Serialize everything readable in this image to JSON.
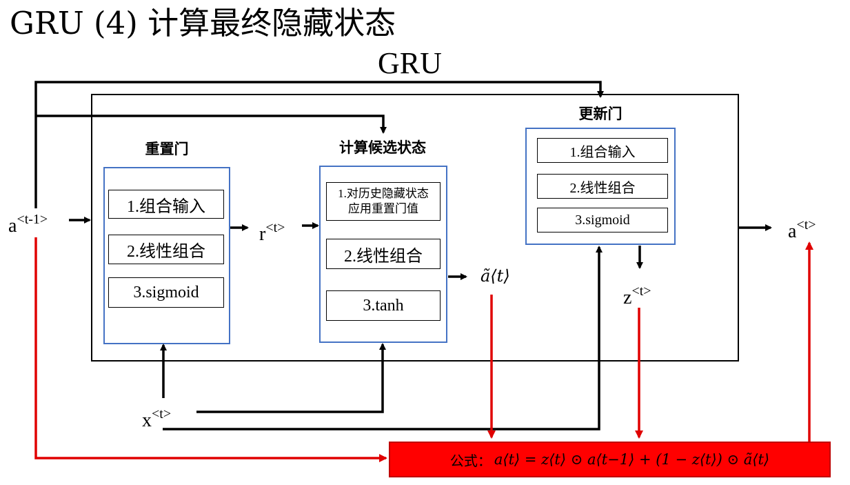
{
  "slide": {
    "title": "GRU (4) 计算最终隐藏状态",
    "module_label": "GRU"
  },
  "reset_gate": {
    "title": "重置门",
    "steps": [
      "1.组合输入",
      "2.线性组合",
      "3.sigmoid"
    ]
  },
  "candidate": {
    "title": "计算候选状态",
    "steps": [
      "1.对历史隐藏状态应用重置门值",
      "2.线性组合",
      "3.tanh"
    ]
  },
  "update_gate": {
    "title": "更新门",
    "steps": [
      "1.组合输入",
      "2.线性组合",
      "3.sigmoid"
    ]
  },
  "vars": {
    "a_prev_base": "a",
    "a_prev_sup": "<t-1>",
    "r_base": "r",
    "r_sup": "<t>",
    "a_cand": "ã⟨t⟩",
    "z_base": "z",
    "z_sup": "<t>",
    "a_out_base": "a",
    "a_out_sup": "<t>",
    "x_base": "x",
    "x_sup": "<t>"
  },
  "formula": {
    "label": "公式：",
    "expression": "a⟨t⟩ = z⟨t⟩ ⊙ a⟨t−1⟩ + (1 − z⟨t⟩) ⊙ ã⟨t⟩"
  },
  "colors": {
    "flow_arrow": "#000000",
    "formula_arrow": "#e00000",
    "formula_fill": "#ff0000",
    "gate_border": "#4472c4"
  }
}
